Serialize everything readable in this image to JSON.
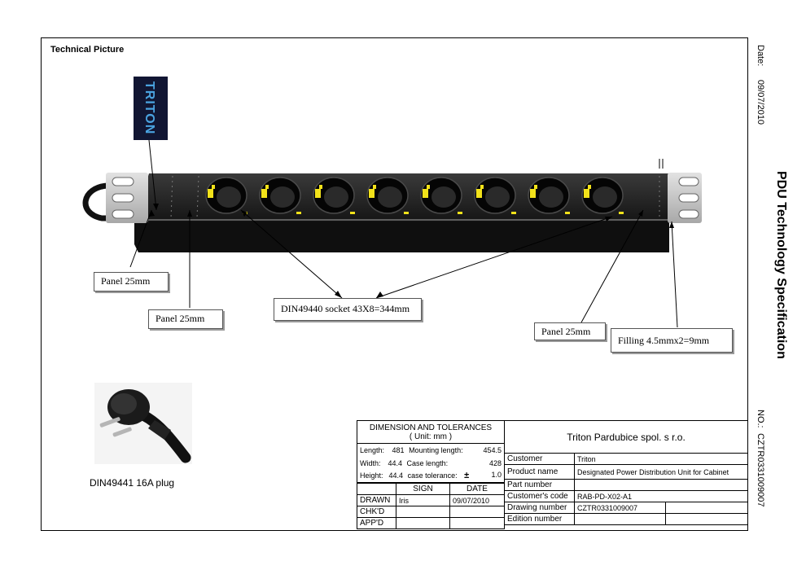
{
  "header": {
    "section_title": "Technical Picture"
  },
  "side": {
    "date_label": "Date:",
    "date_value": "09/07/2010",
    "title": "PDU Technology Specification",
    "no_label": "NO.:",
    "no_value": "CZTR0331009007"
  },
  "brand": {
    "logo_text": "TRITON"
  },
  "callouts": {
    "panel_left_top": "Panel 25mm",
    "panel_left_bottom": "Panel 25mm",
    "socket": "DIN49440 socket 43X8=344mm",
    "panel_right": "Panel 25mm",
    "filling": "Filling 4.5mmx2=9mm"
  },
  "plug": {
    "caption": "DIN49441 16A plug"
  },
  "socket_count": 8,
  "dimensions": {
    "title": "DIMENSION AND TOLERANCES",
    "unit": "( Unit: mm )",
    "length_label": "Length:",
    "length_value": "481",
    "mounting_label": "Mounting length:",
    "mounting_value": "454.5",
    "width_label": "Width:",
    "width_value": "44.4",
    "case_length_label": "Case length:",
    "case_length_value": "428",
    "height_label": "Height:",
    "height_value": "44.4",
    "tolerance_label": "case tolerance:",
    "tolerance_symbol": "±",
    "tolerance_value": "1.0"
  },
  "signoff": {
    "sign_header": "SIGN",
    "date_header": "DATE",
    "drawn_label": "DRAWN",
    "drawn_sign": "Iris",
    "drawn_date": "09/07/2010",
    "chkd_label": "CHK'D",
    "appd_label": "APP'D"
  },
  "info": {
    "company": "Triton Pardubice spol. s r.o.",
    "customer_label": "Customer",
    "customer_value": "Triton",
    "product_label": "Product name",
    "product_value": "Designated Power Distribution Unit for Cabinet",
    "part_label": "Part number",
    "part_value": "",
    "customer_code_label": "Customer's code",
    "customer_code_value": "RAB-PD-X02-A1",
    "drawing_label": "Drawing number",
    "drawing_value": "CZTR0331009007",
    "edition_label": "Edition number",
    "edition_value": ""
  },
  "colors": {
    "socket_pin": "#f2e21a",
    "housing": "#1c1c1c",
    "bracket": "#c4c4c4"
  }
}
